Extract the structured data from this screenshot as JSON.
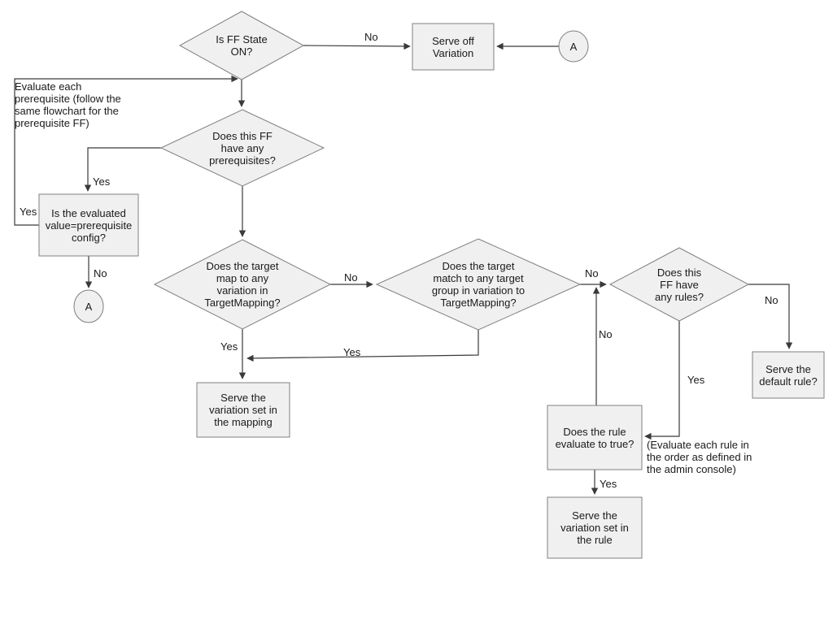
{
  "diagram": {
    "type": "flowchart",
    "subject": "Feature flag (FF) evaluation flow",
    "nodes": {
      "ff_state": {
        "label": "Is FF State ON?",
        "shape": "decision"
      },
      "serve_off_variation": {
        "label": "Serve off Variation",
        "shape": "process"
      },
      "connector_a_top": {
        "label": "A",
        "shape": "connector"
      },
      "prerequisites": {
        "label": "Does this FF have any prerequisites?",
        "shape": "decision"
      },
      "evaluated_value": {
        "label": "Is the evaluated value=prerequisite config?",
        "shape": "process"
      },
      "connector_a_left": {
        "label": "A",
        "shape": "connector"
      },
      "target_mapping": {
        "label": "Does the target map to any variation in TargetMapping?",
        "shape": "decision"
      },
      "target_group": {
        "label": "Does the target match to any target group in variation to TargetMapping?",
        "shape": "decision"
      },
      "rules": {
        "label": "Does this FF have any rules?",
        "shape": "decision"
      },
      "serve_default_rule": {
        "label": "Serve the default rule?",
        "shape": "process"
      },
      "rule_evaluate": {
        "label": "Does the rule evaluate to true?",
        "shape": "process"
      },
      "serve_variation_rule": {
        "label": "Serve the variation set in the rule",
        "shape": "process"
      },
      "serve_variation_mapping": {
        "label": "Serve the variation set in the mapping",
        "shape": "process"
      }
    },
    "notes": {
      "prerequisite_note": "Evaluate each prerequisite (follow the same flowchart for the prerequisite FF)",
      "rules_note": "(Evaluate each rule in the order as defined in the admin console)"
    },
    "edge_labels": {
      "ff_state_no": "No",
      "prerequisites_yes": "Yes",
      "evaluated_loop_yes": "Yes",
      "evaluated_no": "No",
      "target_mapping_no": "No",
      "target_mapping_yes": "Yes",
      "target_group_no": "No",
      "target_group_yes": "Yes",
      "rules_no": "No",
      "rules_yes": "Yes",
      "rule_evaluate_no": "No",
      "rule_evaluate_yes": "Yes"
    },
    "colors": {
      "shape_fill": "#f0f0f0",
      "shape_border": "#808080",
      "line": "#3a3a3a",
      "text": "#1a1a1a",
      "background": "#ffffff"
    }
  }
}
